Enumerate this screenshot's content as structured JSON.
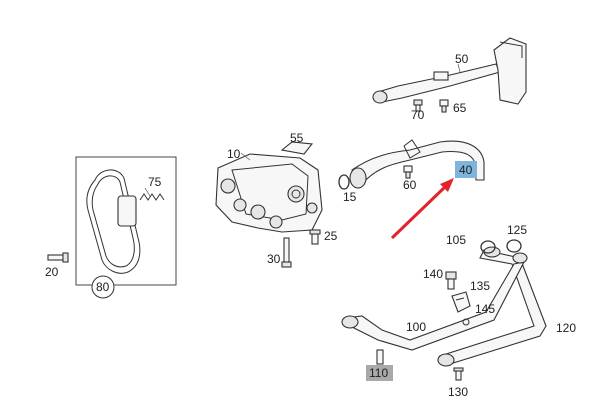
{
  "labels": {
    "p10": "10",
    "p15": "15",
    "p20": "20",
    "p25": "25",
    "p30": "30",
    "p40": "40",
    "p50": "50",
    "p55": "55",
    "p60": "60",
    "p65": "65",
    "p70": "70",
    "p75": "75",
    "p80": "80",
    "p100": "100",
    "p105": "105",
    "p110": "110",
    "p120": "120",
    "p125": "125",
    "p130": "130",
    "p135": "135",
    "p140": "140",
    "p145": "145"
  },
  "colors": {
    "highlight_40": "#7fb5dc",
    "highlight_110": "#a9a9a9",
    "arrow": "#e3232a",
    "line": "#333333"
  },
  "highlighted_parts": [
    "40",
    "110"
  ],
  "pointer_target": "40"
}
